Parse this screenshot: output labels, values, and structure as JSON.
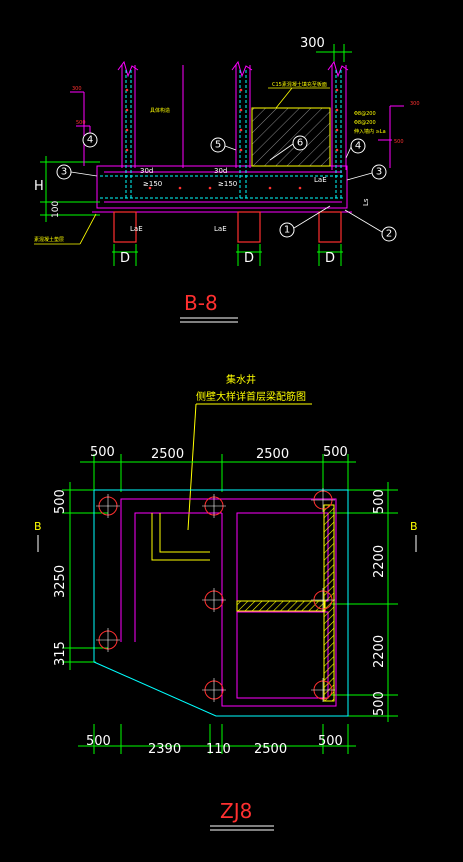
{
  "section": {
    "title": "B-8",
    "top_dim": "300",
    "height_label": "H",
    "dim_100": "100",
    "D_labels": [
      "D",
      "D",
      "D"
    ],
    "small_labels": {
      "anchor_l1": "30d",
      "anchor_l2": "≥150",
      "anchor_r1": "30d",
      "anchor_r2": "≥150",
      "lae_left": "LaE",
      "lae_right": "LaE",
      "ls": "Ls"
    },
    "note_left": "具体构造",
    "note_c15": "C15素混凝土填充至板面",
    "note_r1": "Φ8@200",
    "note_r2": "Φ8@200",
    "note_r3": "伸入墙内 ≥La",
    "note_bottom_left": "素混凝土垫层",
    "leader_left_top": "300",
    "leader_left_mid": "500",
    "leader_right_top": "300",
    "leader_right_mid": "500",
    "bubbles": [
      "4",
      "5",
      "6",
      "4",
      "3",
      "3",
      "1",
      "2"
    ]
  },
  "plan": {
    "title": "ZJ8",
    "callout_title": "集水井",
    "callout_note": "侧壁大样详首层梁配筋图",
    "top_dims": [
      "500",
      "2500",
      "2500",
      "500"
    ],
    "bottom_dims": [
      "500",
      "2390",
      "110",
      "2500",
      "500"
    ],
    "left_dims": [
      "500",
      "3250",
      "315"
    ],
    "right_dims": [
      "500",
      "2200",
      "2200",
      "500"
    ],
    "section_mark_left": "B",
    "section_mark_right": "B"
  },
  "colors": {
    "background": "#000000",
    "magenta": "#ff00ff",
    "green": "#00ff00",
    "yellow": "#ffff00",
    "red": "#ff3030",
    "cyan": "#00ffff",
    "white": "#ffffff"
  }
}
